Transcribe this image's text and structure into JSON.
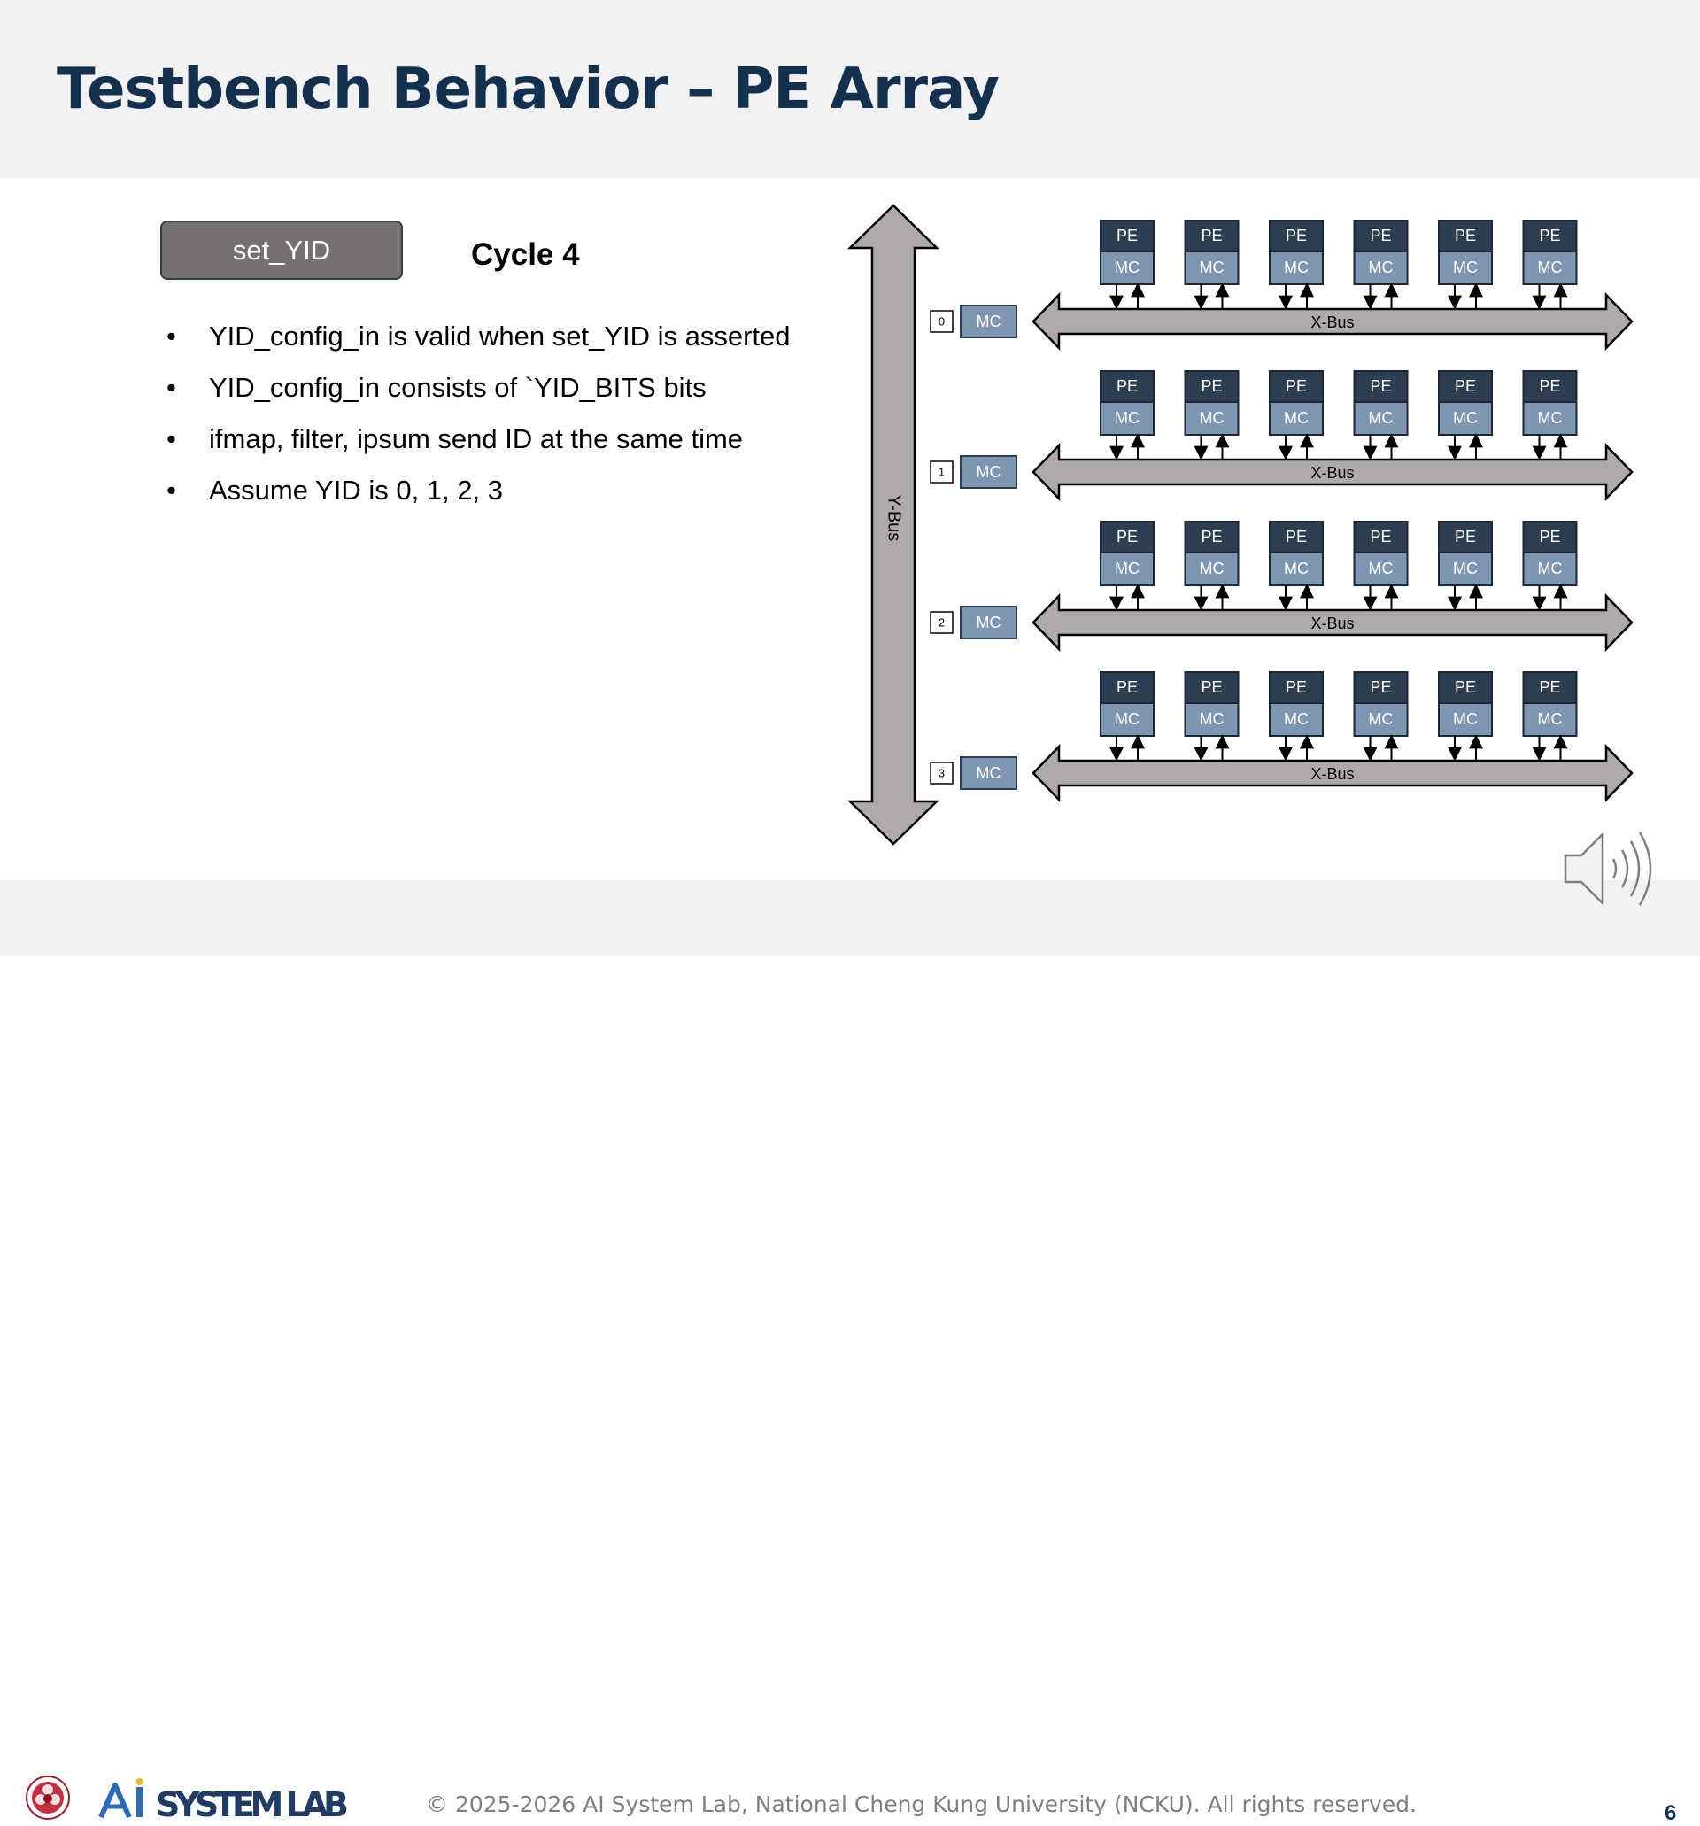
{
  "slide": {
    "title": "Testbench Behavior – PE Array",
    "signal_label": "set_YID",
    "cycle_label": "Cycle 4",
    "bullets": [
      "YID_config_in is valid when set_YID is asserted",
      "YID_config_in consists of `YID_BITS bits",
      "ifmap, filter, ipsum send ID at the same time",
      "Assume YID is 0, 1, 2, 3"
    ],
    "page_number": "6"
  },
  "diagram": {
    "ybus_label": "Y-Bus",
    "xbus_label": "X-Bus",
    "pe_label": "PE",
    "mc_label": "MC",
    "rows": [
      {
        "id": "0",
        "pe_count": 6
      },
      {
        "id": "1",
        "pe_count": 6
      },
      {
        "id": "2",
        "pe_count": 6
      },
      {
        "id": "3",
        "pe_count": 6
      }
    ],
    "colors": {
      "pe_fill": "#2d3e50",
      "mc_fill": "#7f96b2",
      "bus_fill": "#aeaaaa",
      "title": "#14304f"
    }
  },
  "footer": {
    "logo_text": "SYSTEM LAB",
    "copyright": "© 2025-2026 AI System Lab, National Cheng Kung University (NCKU). All rights reserved."
  },
  "icons": [
    "ncku-seal-icon",
    "ai-system-lab-logo",
    "speaker-icon"
  ]
}
